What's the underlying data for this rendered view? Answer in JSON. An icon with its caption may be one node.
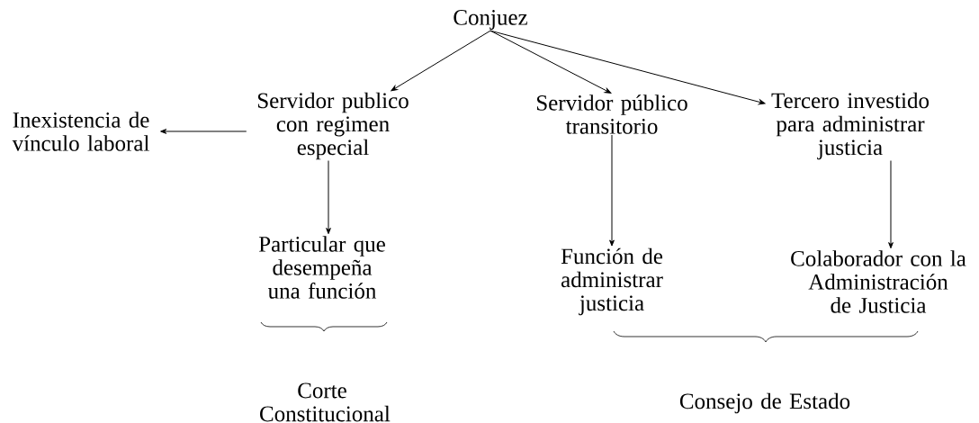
{
  "diagram": {
    "nodes": [
      {
        "text": [
          "Conjuez"
        ]
      },
      {
        "text": [
          "Servidor publico con regimen especial"
        ]
      },
      {
        "text": [
          "Servidor público transitorio"
        ]
      },
      {
        "text": [
          "Tercero investido para administrar justicia"
        ]
      },
      {
        "text": [
          "Inexistencia de vínculo laboral"
        ]
      },
      {
        "text": [
          "Particular que desempeña una función"
        ]
      },
      {
        "text": [
          "Función de administrar justicia"
        ]
      },
      {
        "text": [
          "Colaborador con la Administración de Justicia"
        ]
      },
      {
        "text": [
          "Corte Constitucional"
        ]
      },
      {
        "text": [
          "Consejo de Estado"
        ]
      }
    ],
    "edges": [
      {
        "from": 0,
        "to": 1,
        "arrow": "to"
      },
      {
        "from": 0,
        "to": 2,
        "arrow": "to"
      },
      {
        "from": 0,
        "to": 3,
        "arrow": "to"
      },
      {
        "from": 1,
        "to": 4,
        "arrow": "to"
      },
      {
        "from": 1,
        "to": 5,
        "arrow": "to"
      },
      {
        "from": 2,
        "to": 6,
        "arrow": "to"
      },
      {
        "from": 3,
        "to": 7,
        "arrow": "to"
      }
    ]
  }
}
